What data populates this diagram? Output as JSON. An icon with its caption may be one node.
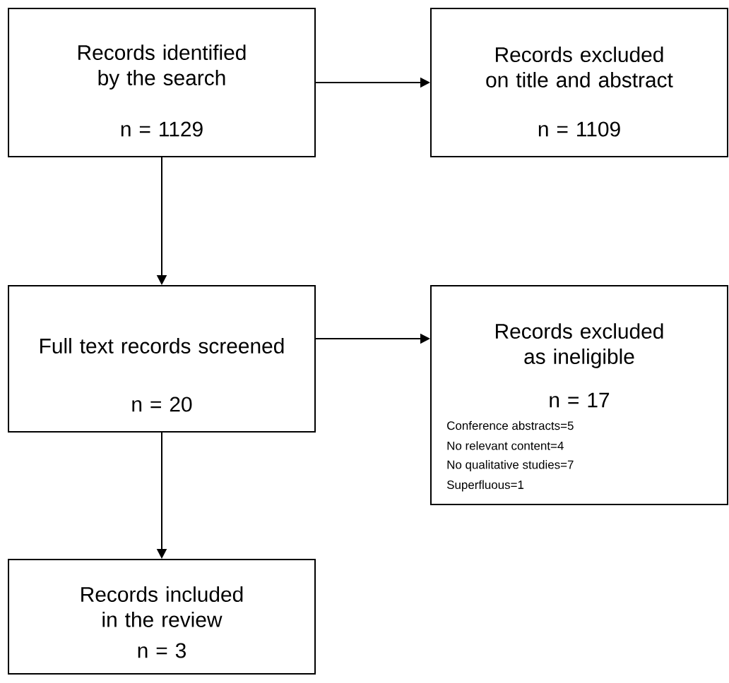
{
  "diagram": {
    "nodes": [
      {
        "text": [
          "Records identified by the search",
          "n = 1129"
        ]
      },
      {
        "text": [
          "Records excluded on title and abstract",
          "n = 1109"
        ]
      },
      {
        "text": [
          "Full text records screened",
          "n = 20"
        ]
      },
      {
        "text": [
          "Records excluded as ineligible",
          "n = 17",
          "Conference abstracts=5",
          "No relevant content=4",
          "No qualitative studies=7",
          "Superfluous=1"
        ]
      },
      {
        "text": [
          "Records included in the review",
          "n = 3"
        ]
      }
    ],
    "edges": [
      {
        "from": 0,
        "to": 1,
        "arrow": "to"
      },
      {
        "from": 0,
        "to": 2,
        "arrow": "to"
      },
      {
        "from": 2,
        "to": 3,
        "arrow": "to"
      },
      {
        "from": 2,
        "to": 4,
        "arrow": "to"
      }
    ]
  }
}
